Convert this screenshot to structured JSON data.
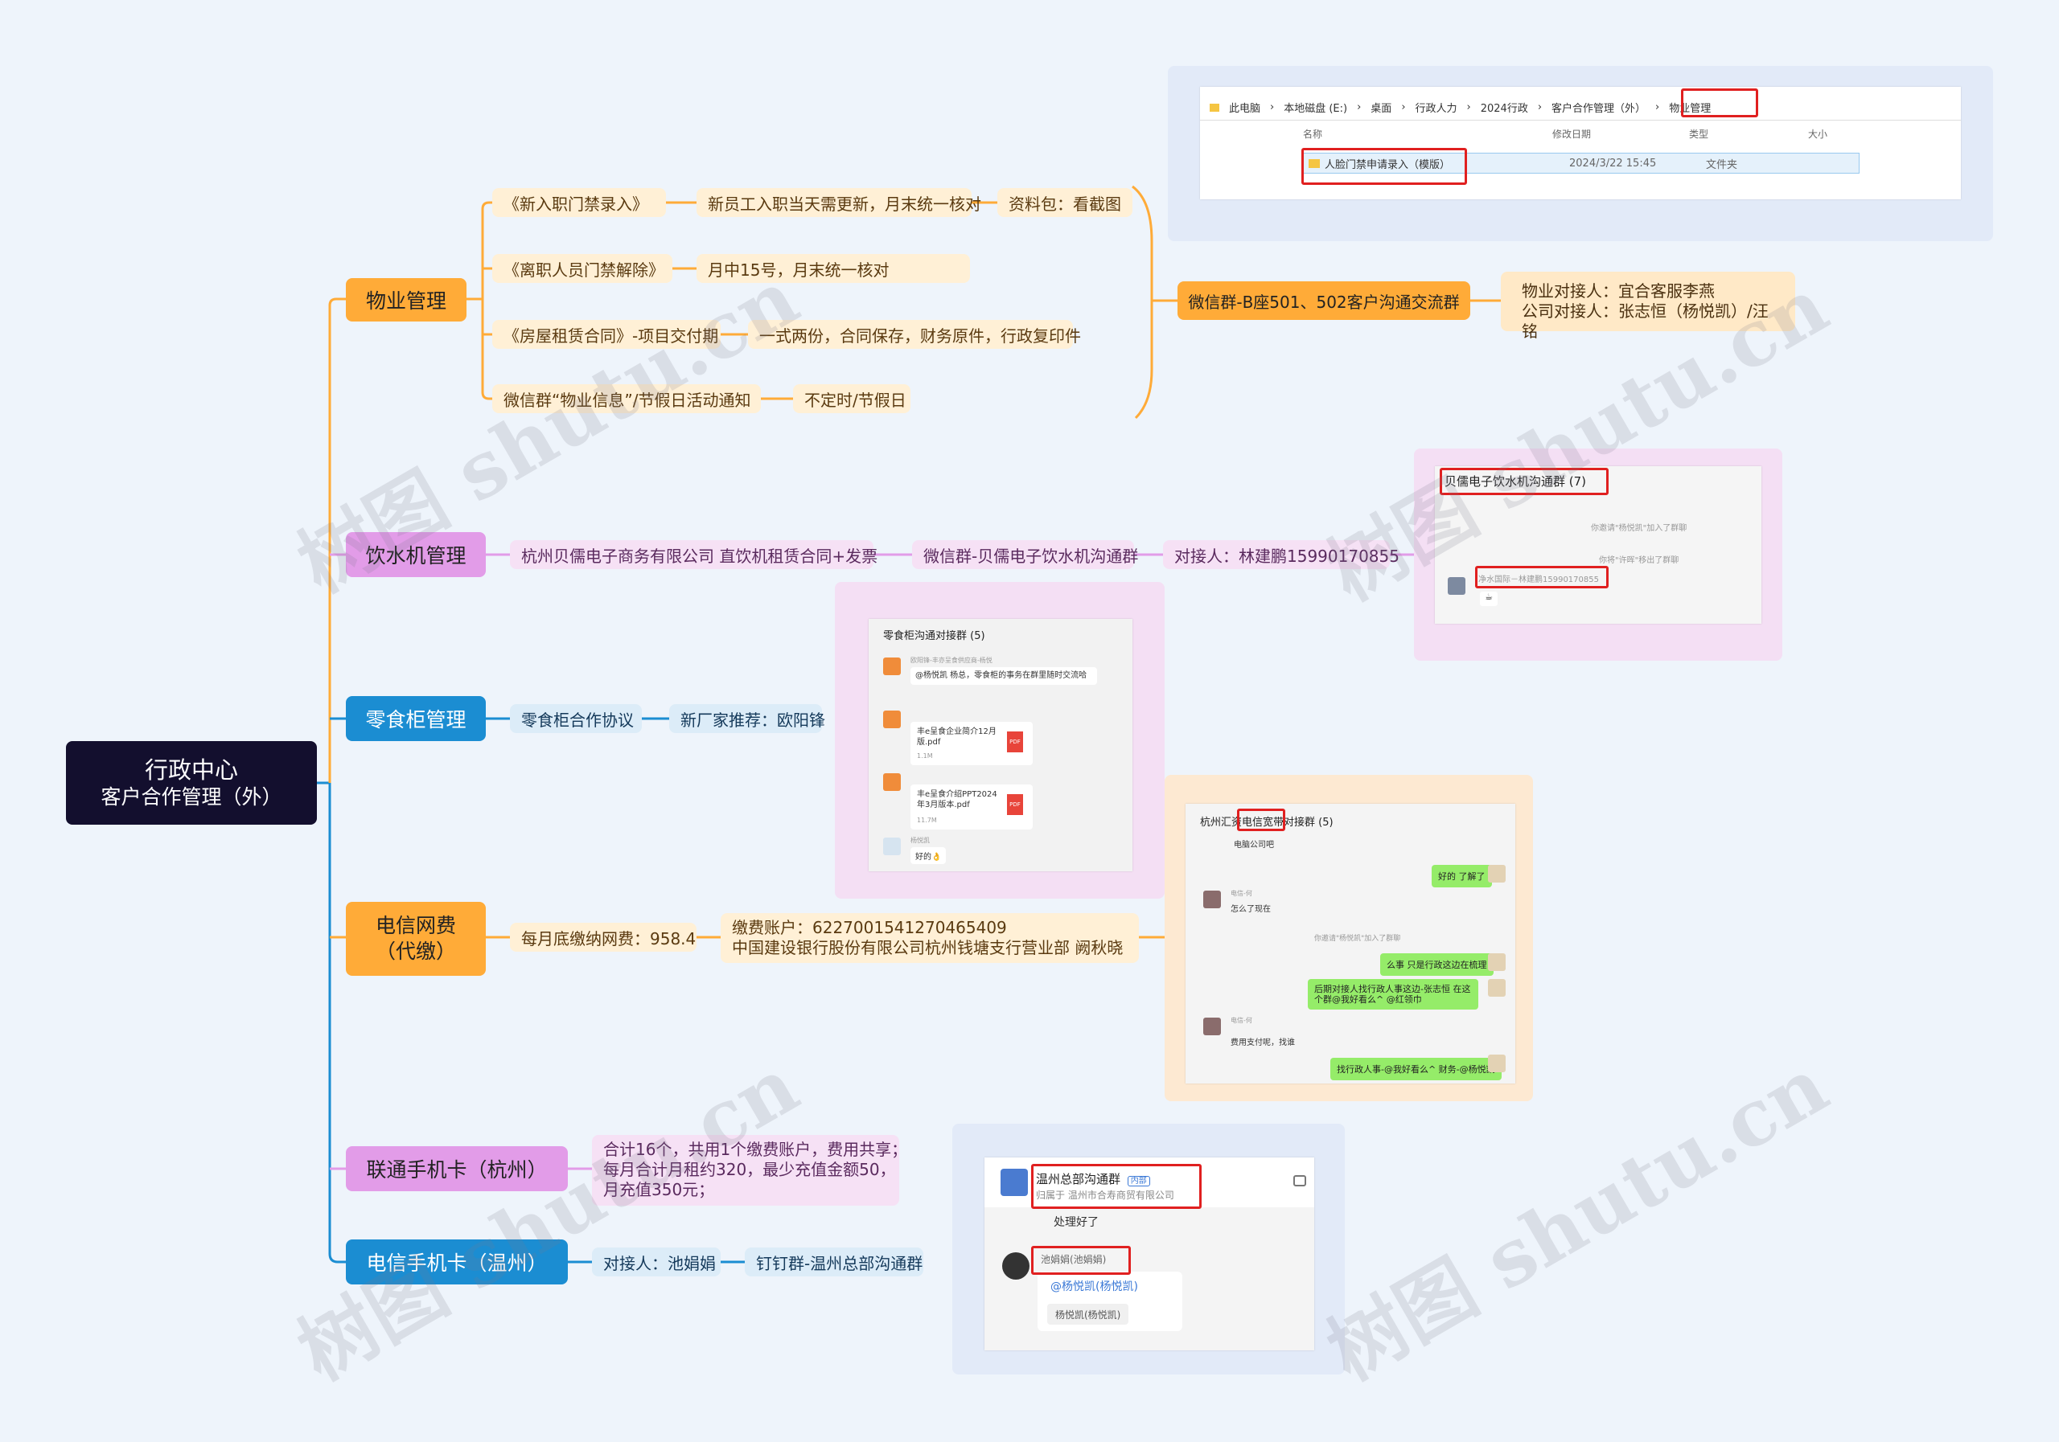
{
  "root": {
    "title": "行政中心",
    "subtitle": "客户合作管理（外）"
  },
  "branches": {
    "property": {
      "label": "物业管理",
      "items": [
        {
          "label": "《新入职门禁录入》",
          "detail": "新员工入职当天需更新，月末统一核对",
          "extra": "资料包：看截图"
        },
        {
          "label": "《离职人员门禁解除》",
          "detail": "月中15号，月末统一核对"
        },
        {
          "label": "《房屋租赁合同》-项目交付期",
          "detail": "一式两份，合同保存，财务原件，行政复印件"
        },
        {
          "label": "微信群“物业信息”/节假日活动通知",
          "detail": "不定时/节假日"
        }
      ],
      "group": "微信群-B座501、502客户沟通交流群",
      "contacts": [
        "物业对接人：宜合客服李燕",
        "公司对接人：张志恒（杨悦凯）/汪铭"
      ]
    },
    "water": {
      "label": "饮水机管理",
      "company": "杭州贝儒电子商务有限公司 直饮机租赁合同+发票",
      "group": "微信群-贝儒电子饮水机沟通群",
      "contact": "对接人：林建鹏15990170855"
    },
    "snack": {
      "label": "零食柜管理",
      "agreement": "零食柜合作协议",
      "vendor": "新厂家推荐：欧阳锋"
    },
    "telecom": {
      "label_line1": "电信网费",
      "label_line2": "（代缴）",
      "fee": "每月底缴纳网费：958.4",
      "account_line1": "缴费账户：6227001541270465409",
      "account_line2": "中国建设银行股份有限公司杭州钱塘支行营业部  阙秋晓"
    },
    "unicom": {
      "label": "联通手机卡（杭州）",
      "lines": [
        "合计16个，共用1个缴费账户，费用共享；",
        "每月合计月租约320，最少充值金额50，",
        "月充值350元；"
      ]
    },
    "telecom_wz": {
      "label": "电信手机卡（温州）",
      "contact": "对接人：池娟娟",
      "group": "钉钉群-温州总部沟通群"
    }
  },
  "screens": {
    "explorer": {
      "breadcrumb": [
        "此电脑",
        "本地磁盘 (E:)",
        "桌面",
        "行政人力",
        "2024行政",
        "客户合作管理（外）",
        "物业管理"
      ],
      "columns": [
        "名称",
        "修改日期",
        "类型",
        "大小"
      ],
      "row": {
        "name": "人脸门禁申请录入（模版）",
        "date": "2024/3/22 15:45",
        "type": "文件夹"
      }
    },
    "water_chat": {
      "title": "贝儒电子饮水机沟通群 (7)",
      "sys1": "你邀请\"杨悦凯\"加入了群聊",
      "sys2": "你将\"许晖\"移出了群聊",
      "sender": "净水国际－林建鹏15990170855"
    },
    "snack_chat": {
      "title": "零食柜沟通对接群 (5)",
      "msg1_sender": "欧阳锋-丰亦呈食供应商-杨悦",
      "msg1": "@杨悦凯 杨总，零食柜的事务在群里随时交流哈",
      "file1_name": "丰e呈食企业简介12月版.pdf",
      "file1_size": "1.1M",
      "file2_name": "丰e呈食介绍PPT2024年3月版本.pdf",
      "file2_size": "11.7M",
      "pdf": "PDF",
      "msg3_sender": "杨悦凯",
      "msg3": "好的👌"
    },
    "telecom_chat": {
      "title": "杭州汇资电信宽带对接群 (5)",
      "m1": "电脑公司吧",
      "m2": "好的 了解了",
      "m3_sender": "电信-何",
      "m3": "怎么了现在",
      "sys": "你邀请\"杨悦凯\"加入了群聊",
      "m4": "么事 只是行政这边在梳理",
      "m5": "后期对接人找行政人事这边-张志恒 在这个群@我好看么^ @红领巾",
      "m6_sender": "电信-何",
      "m6": "费用支付呢，找谁",
      "m7": "找行政人事-@我好看么^ 财务-@杨悦凯"
    },
    "dingtalk_chat": {
      "title": "温州总部沟通群",
      "badge": "内部",
      "org": "归属于 温州市合寿商贸有限公司",
      "m1": "处理好了",
      "sender": "池娟娟(池娟娟)",
      "mention": "@杨悦凯(杨悦凯)",
      "reply": "杨悦凯(杨悦凯)"
    }
  },
  "watermark": "树图 shutu.cn",
  "colors": {
    "orange": "#ffab38",
    "violet": "#e29ce8",
    "blue": "#1b8dd2",
    "root": "#130f2e",
    "background": "#eef4fb"
  }
}
